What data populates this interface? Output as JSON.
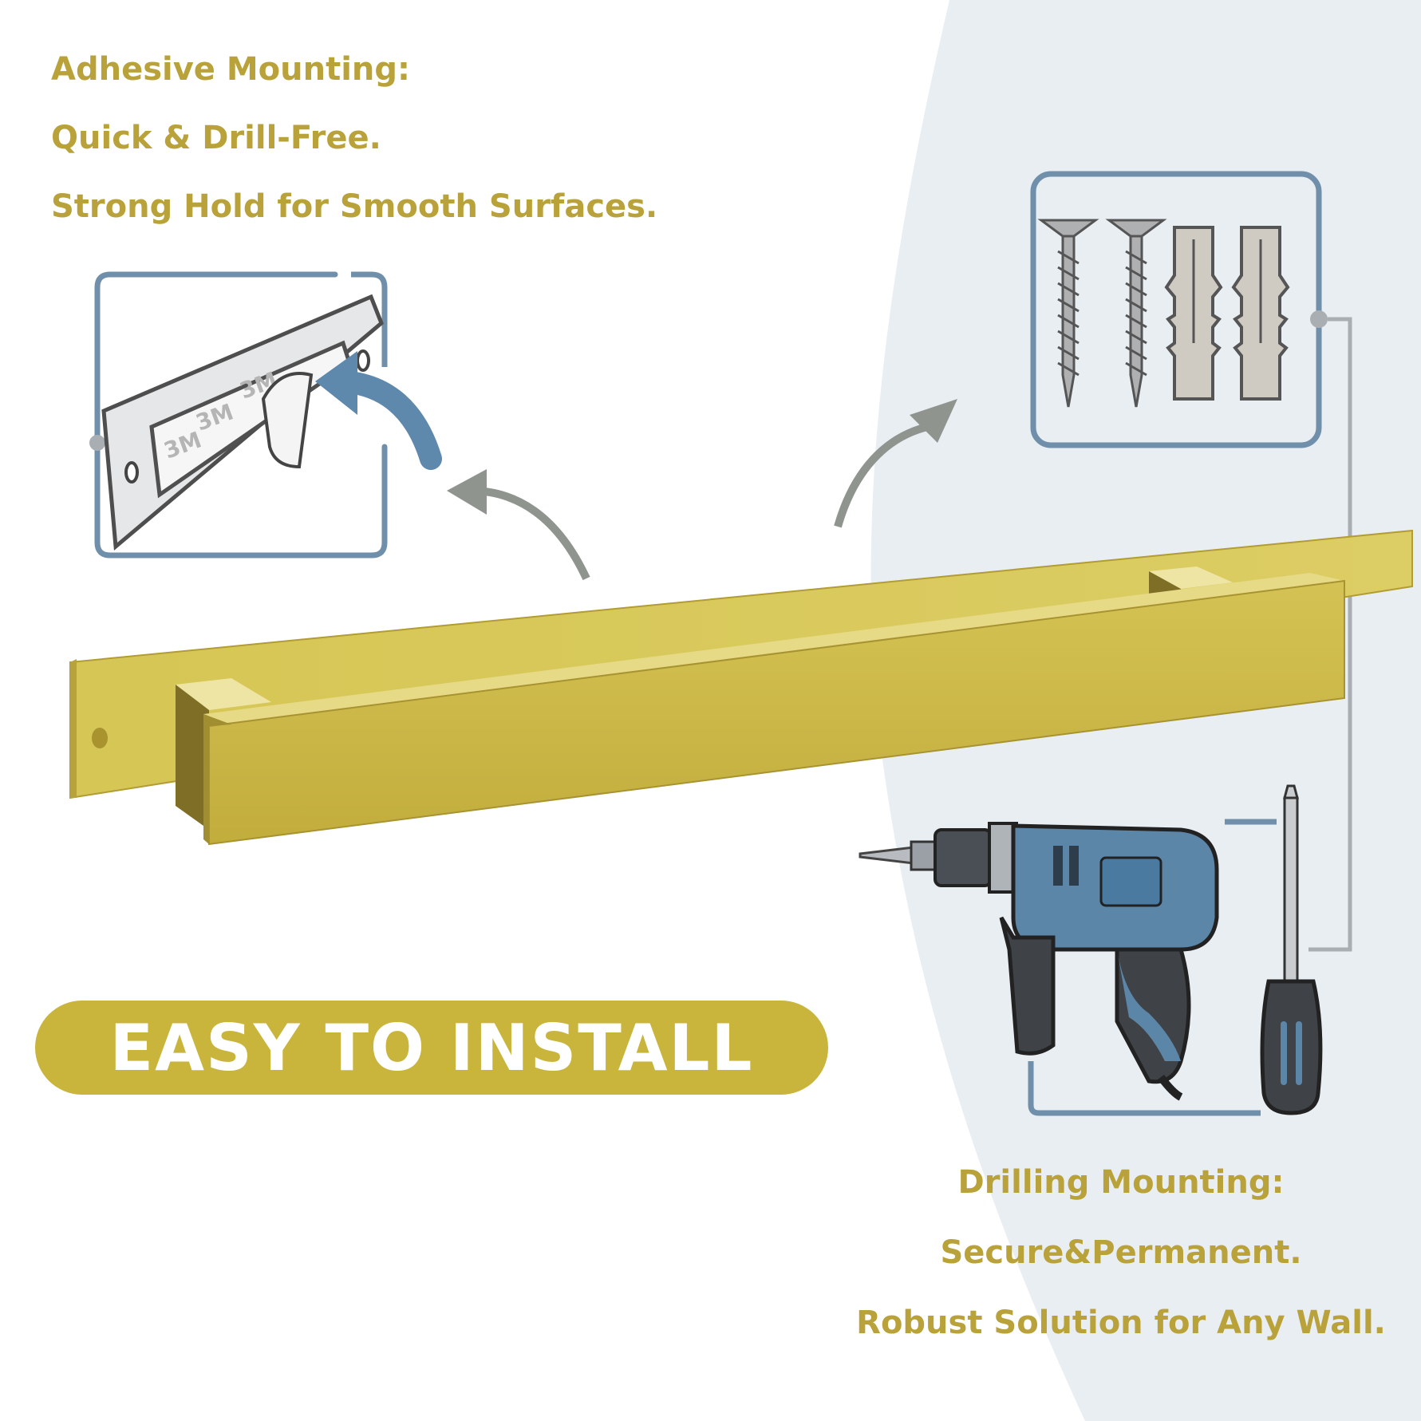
{
  "colors": {
    "gold_text": "#b9a23a",
    "gold_bar": "#cdb94a",
    "banner": "#c9b53c",
    "frame_blue": "#6f8faa",
    "wall_blue": "#e9eef3",
    "arrow_gray": "#8f948f",
    "tool_blue": "#5c86a8"
  },
  "adhesive": {
    "heading": "Adhesive Mounting:",
    "line1": "Quick & Drill-Free.",
    "line2": "Strong Hold for Smooth Surfaces.",
    "tape_label": "3M"
  },
  "drilling": {
    "heading": "Drilling Mounting:",
    "line1": "Secure&Permanent.",
    "line2": "Robust Solution for Any Wall."
  },
  "banner": {
    "text": "EASY TO INSTALL"
  },
  "icons": {
    "adhesive_panel": "adhesive-plate-icon",
    "hardware_panel": "screws-anchors-icon",
    "tools": "drill-screwdriver-icon"
  }
}
